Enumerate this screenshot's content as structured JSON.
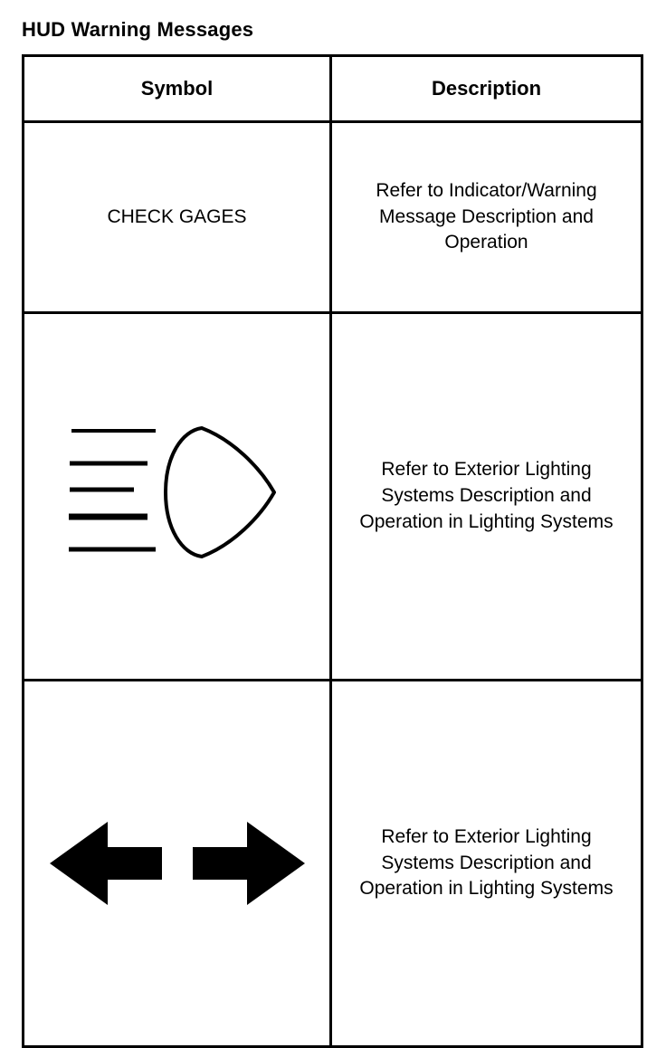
{
  "page": {
    "title": "HUD Warning Messages"
  },
  "table": {
    "columns": [
      {
        "key": "symbol",
        "label": "Symbol"
      },
      {
        "key": "description",
        "label": "Description"
      }
    ],
    "rows": [
      {
        "symbol_kind": "text",
        "symbol_text": "CHECK GAGES",
        "symbol_icon_name": "check-gages-message",
        "description": "Refer to Indicator/Warning Message Description and Operation"
      },
      {
        "symbol_kind": "icon",
        "symbol_text": "",
        "symbol_icon_name": "low-beam-headlamp-icon",
        "description": "Refer to Exterior Lighting Systems Description and Operation in Lighting Systems"
      },
      {
        "symbol_kind": "icon",
        "symbol_text": "",
        "symbol_icon_name": "turn-signal-arrows-icon",
        "description": "Refer to Exterior Lighting Systems Description and Operation in Lighting Systems"
      }
    ]
  },
  "colors": {
    "ink": "#000000",
    "paper": "#ffffff",
    "border": "#000000"
  }
}
